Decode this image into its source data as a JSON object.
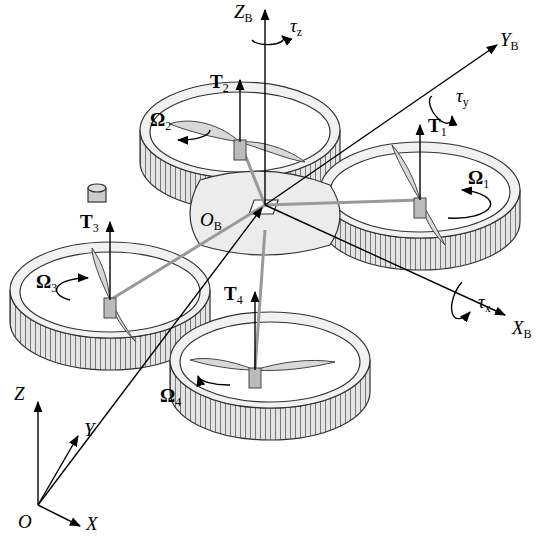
{
  "diagram": {
    "labels": [
      "ZB",
      "τz",
      "YB",
      "τy",
      "T2",
      "Ω2",
      "T1",
      "Ω1",
      "T3",
      "Ω3",
      "OB",
      "XB",
      "τx",
      "T4",
      "Ω4",
      "Z",
      "Y",
      "O",
      "X"
    ]
  }
}
